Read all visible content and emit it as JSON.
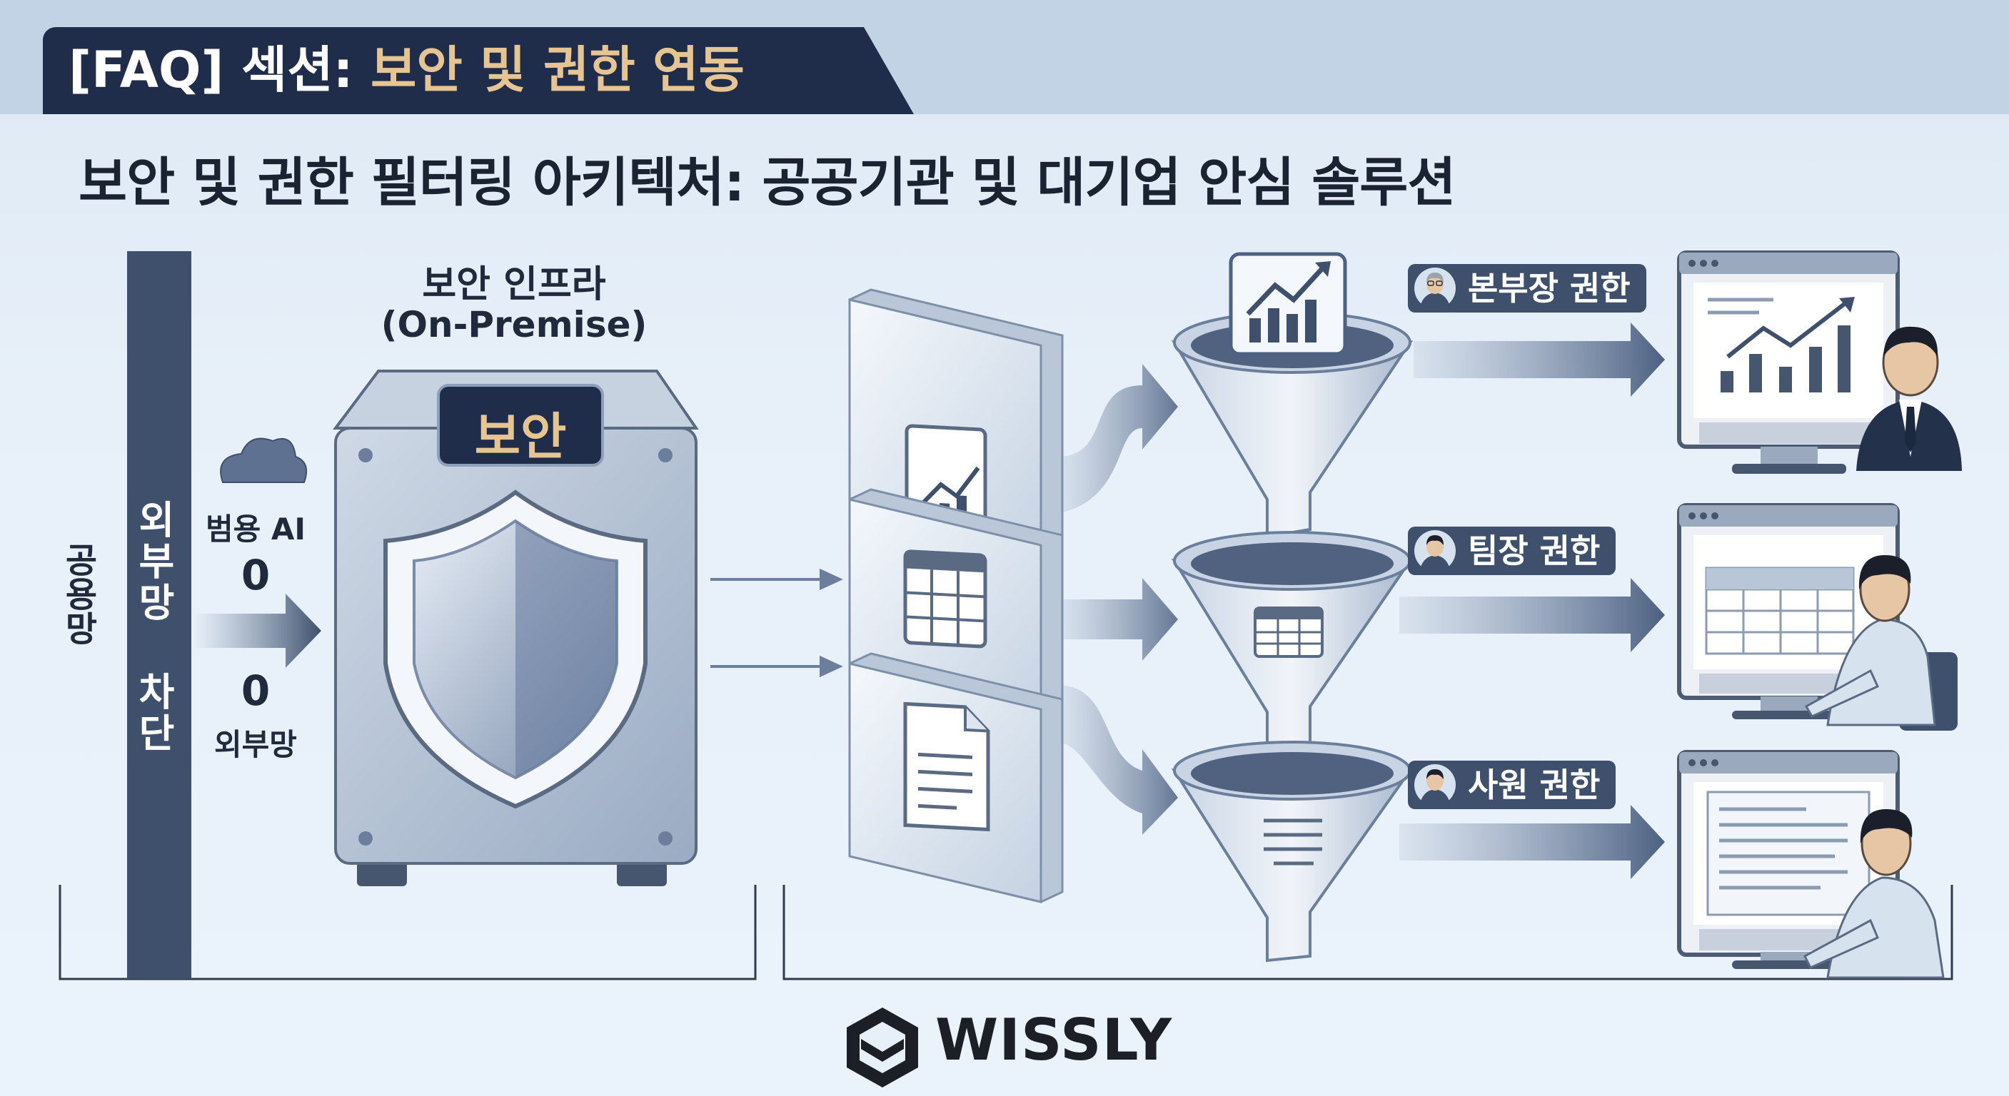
{
  "header": {
    "prefix": "[FAQ] 섹션: ",
    "highlight": "보안 및 권한 연동"
  },
  "title": "보안 및 권한 필터링 아키텍처: 공공기관 및 대기업 안심 솔루션",
  "left_panel": {
    "public_network": "공용망",
    "external_block": "외부망 차단",
    "general_ai": "범용 AI",
    "general_ai_count": "0",
    "external_count": "0",
    "external_network": "외부망"
  },
  "infra": {
    "title": "보안 인프라",
    "subtitle": "(On-Premise)",
    "badge": "보안"
  },
  "roles": [
    {
      "label": "본부장 권한",
      "view": "chart-dashboard"
    },
    {
      "label": "팀장 권한",
      "view": "table-view"
    },
    {
      "label": "사원 권한",
      "view": "document-view"
    }
  ],
  "brand": {
    "name": "WISSLY"
  },
  "colors": {
    "navy": "#1f2d4b",
    "accent_gold": "#e6c592",
    "pill": "#3e506c",
    "steel": "#6b7f9c",
    "background": "#e7f0f9"
  }
}
